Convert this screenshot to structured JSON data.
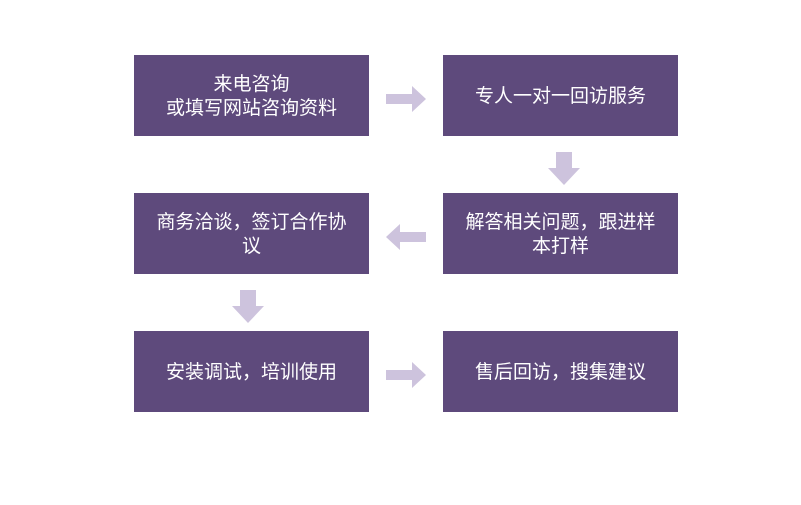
{
  "flow": {
    "steps": [
      {
        "lines": [
          "来电咨询",
          "或填写网站咨询资料"
        ]
      },
      {
        "lines": [
          "专人一对一回访服务"
        ]
      },
      {
        "lines": [
          "解答相关问题，跟进样",
          "本打样"
        ]
      },
      {
        "lines": [
          "商务洽谈，签订合作协",
          "议"
        ]
      },
      {
        "lines": [
          "安装调试，培训使用"
        ]
      },
      {
        "lines": [
          "售后回访，搜集建议"
        ]
      }
    ],
    "colors": {
      "box": "#5e4a7c",
      "text": "#ffffff",
      "arrow": "#cdc3dd"
    }
  }
}
